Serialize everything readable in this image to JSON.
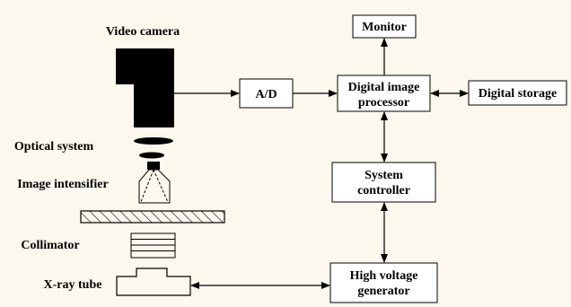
{
  "diagram": {
    "labels": {
      "video_camera": "Video camera",
      "optical_system": "Optical system",
      "image_intensifier": "Image intensifier",
      "collimator": "Collimator",
      "xray_tube": "X-ray tube"
    },
    "blocks": {
      "monitor": [
        "Monitor"
      ],
      "ad": [
        "A/D"
      ],
      "dip": [
        "Digital image",
        "processor"
      ],
      "storage": [
        "Digital storage"
      ],
      "controller": [
        "System",
        "controller"
      ],
      "hv": [
        "High voltage",
        "generator"
      ]
    },
    "connections": [
      {
        "from": "video-camera",
        "to": "ad-converter",
        "arrow": "end"
      },
      {
        "from": "ad-converter",
        "to": "digital-image-processor",
        "arrow": "end"
      },
      {
        "from": "digital-image-processor",
        "to": "monitor",
        "arrow": "end"
      },
      {
        "from": "digital-image-processor",
        "to": "digital-storage",
        "arrow": "both"
      },
      {
        "from": "digital-image-processor",
        "to": "system-controller",
        "arrow": "both"
      },
      {
        "from": "system-controller",
        "to": "high-voltage-generator",
        "arrow": "both"
      },
      {
        "from": "xray-tube",
        "to": "high-voltage-generator",
        "arrow": "both"
      }
    ]
  }
}
